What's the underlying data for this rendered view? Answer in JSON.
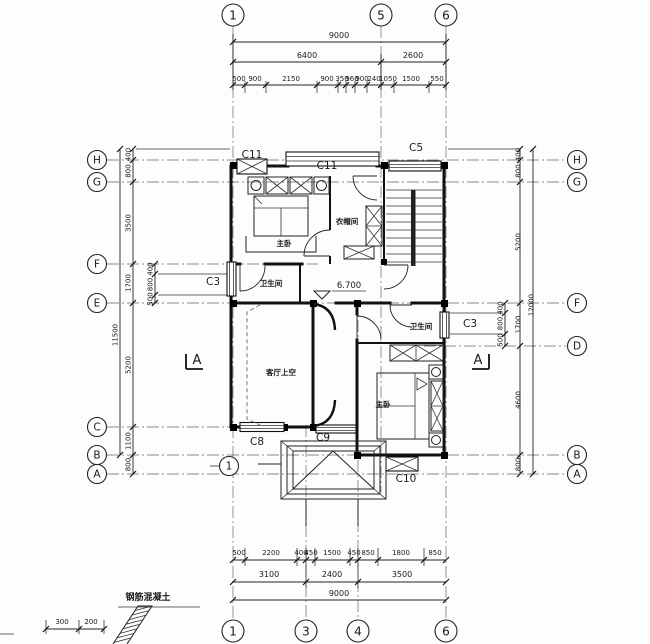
{
  "meta": {
    "drawing_type": "architectural floor plan"
  },
  "colors": {
    "ink": "#1a1a1a",
    "paper": "#fdfdfd"
  },
  "grid_bubbles": {
    "top": [
      {
        "label": "1"
      },
      {
        "label": "5"
      },
      {
        "label": "6"
      }
    ],
    "bottom": [
      {
        "label": "1"
      },
      {
        "label": "3"
      },
      {
        "label": "4"
      },
      {
        "label": "6"
      }
    ],
    "left": [
      {
        "label": "H"
      },
      {
        "label": "G"
      },
      {
        "label": "F"
      },
      {
        "label": "E"
      },
      {
        "label": "C"
      },
      {
        "label": "B"
      },
      {
        "label": "A"
      }
    ],
    "right": [
      {
        "label": "H"
      },
      {
        "label": "G"
      },
      {
        "label": "F"
      },
      {
        "label": "D"
      },
      {
        "label": "B"
      },
      {
        "label": "A"
      }
    ],
    "inner": {
      "label": "1"
    }
  },
  "dimensions": {
    "top": {
      "overall": "9000",
      "majors": [
        {
          "v": "6400"
        },
        {
          "v": "2600"
        }
      ],
      "minors": [
        {
          "v": "500"
        },
        {
          "v": "900"
        },
        {
          "v": "2150"
        },
        {
          "v": "900"
        },
        {
          "v": "350"
        },
        {
          "v": "960"
        },
        {
          "v": "900"
        },
        {
          "v": "240"
        },
        {
          "v": "1050"
        },
        {
          "v": "1500"
        },
        {
          "v": "550"
        }
      ]
    },
    "bottom": {
      "overall": "9000",
      "majors": [
        {
          "v": "3100"
        },
        {
          "v": "2400"
        },
        {
          "v": "3500"
        }
      ],
      "minors": [
        {
          "v": "500"
        },
        {
          "v": "2200"
        },
        {
          "v": "400"
        },
        {
          "v": "450"
        },
        {
          "v": "1500"
        },
        {
          "v": "450"
        },
        {
          "v": "850"
        },
        {
          "v": "1800"
        },
        {
          "v": "850"
        }
      ]
    },
    "left": {
      "overall": "11500",
      "chain": [
        {
          "v": "400"
        },
        {
          "v": "800"
        },
        {
          "v": "3500"
        },
        {
          "v": "1700"
        },
        {
          "v": "5200"
        },
        {
          "v": "1100"
        },
        {
          "v": "800"
        }
      ],
      "inner_chain": [
        {
          "v": "400"
        },
        {
          "v": "800"
        },
        {
          "v": "500"
        }
      ]
    },
    "right": {
      "overall": "12000",
      "chain": [
        {
          "v": "400"
        },
        {
          "v": "800"
        },
        {
          "v": "5200"
        },
        {
          "v": "1700"
        },
        {
          "v": "4600"
        },
        {
          "v": "800"
        }
      ],
      "inner_chain": [
        {
          "v": "400"
        },
        {
          "v": "800"
        },
        {
          "v": "500"
        }
      ]
    },
    "detail": [
      {
        "v": "300"
      },
      {
        "v": "200"
      }
    ]
  },
  "openings": {
    "c11_left": "C11",
    "c11_mid": "C11",
    "c5": "C5",
    "c3_left": "C3",
    "c3_right": "C3",
    "c8": "C8",
    "c9": "C9",
    "c10": "C10"
  },
  "rooms": {
    "master_top": "主卧",
    "cloakroom": "衣帽间",
    "bath_left": "卫生间",
    "bath_right": "卫生间",
    "master_bottom": "主卧",
    "living_void": "客厅上空"
  },
  "annotations": {
    "elevation": "6.700",
    "section_left": "A",
    "section_right": "A",
    "material_note": "钢筋混凝土"
  }
}
